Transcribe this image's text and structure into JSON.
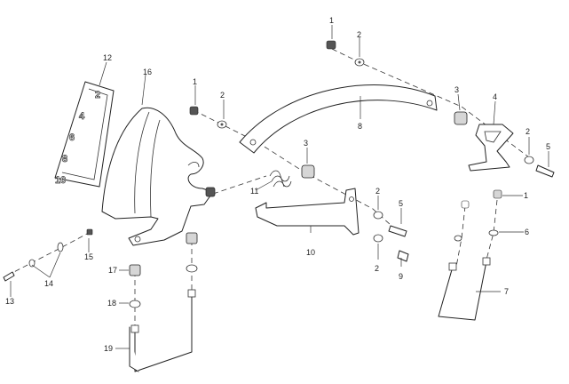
{
  "callouts": [
    {
      "id": "c1a",
      "label": "1"
    },
    {
      "id": "c1b",
      "label": "1"
    },
    {
      "id": "c1c",
      "label": "1"
    },
    {
      "id": "c2a",
      "label": "2"
    },
    {
      "id": "c2b",
      "label": "2"
    },
    {
      "id": "c2c",
      "label": "2"
    },
    {
      "id": "c2d",
      "label": "2"
    },
    {
      "id": "c2e",
      "label": "2"
    },
    {
      "id": "c3a",
      "label": "3"
    },
    {
      "id": "c3b",
      "label": "3"
    },
    {
      "id": "c4",
      "label": "4"
    },
    {
      "id": "c5a",
      "label": "5"
    },
    {
      "id": "c5b",
      "label": "5"
    },
    {
      "id": "c6",
      "label": "6"
    },
    {
      "id": "c7",
      "label": "7"
    },
    {
      "id": "c8",
      "label": "8"
    },
    {
      "id": "c9",
      "label": "9"
    },
    {
      "id": "c10",
      "label": "10"
    },
    {
      "id": "c11",
      "label": "11"
    },
    {
      "id": "c12",
      "label": "12"
    },
    {
      "id": "c13",
      "label": "13"
    },
    {
      "id": "c14",
      "label": "14"
    },
    {
      "id": "c15",
      "label": "15"
    },
    {
      "id": "c16",
      "label": "16"
    },
    {
      "id": "c17",
      "label": "17"
    },
    {
      "id": "c18",
      "label": "18"
    },
    {
      "id": "c19",
      "label": "19"
    }
  ],
  "gear_indicator": {
    "numbers": [
      "2",
      "4",
      "6",
      "8",
      "10"
    ]
  }
}
